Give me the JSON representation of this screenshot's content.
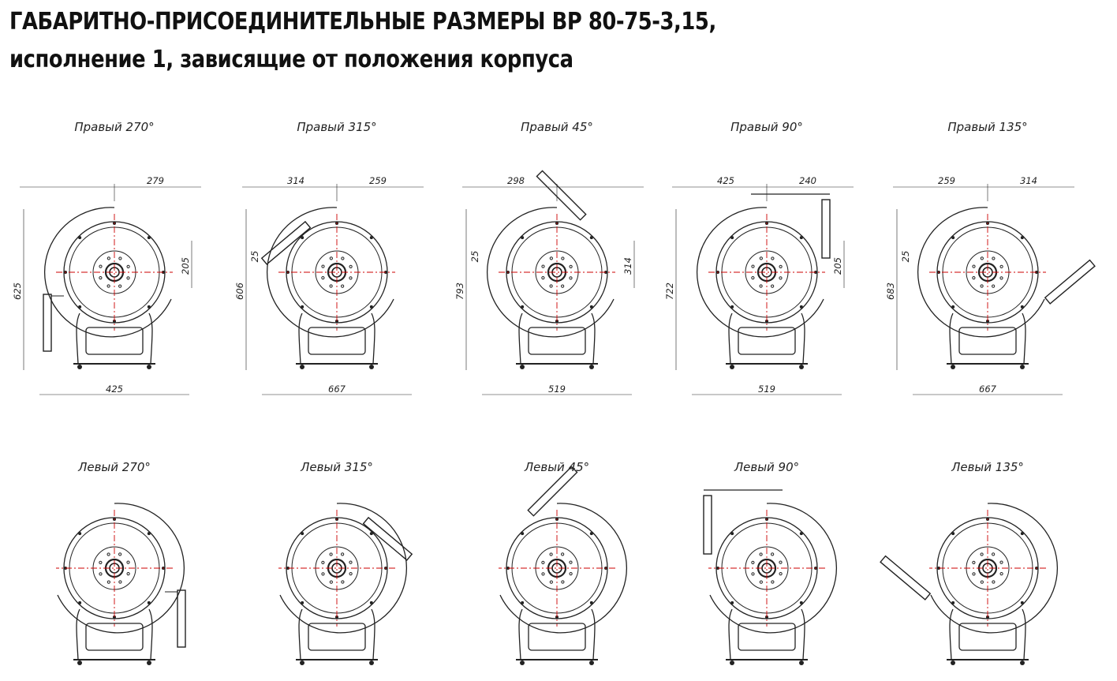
{
  "title": {
    "line1": "ГАБАРИТНО-ПРИСОЕДИНИТЕЛЬНЫЕ РАЗМЕРЫ ВР 80-75-3,15,",
    "line2": "исполнение 1, зависящие от положения корпуса"
  },
  "views": [
    {
      "label": "Правый 270°",
      "outlet": "side",
      "mirror": false,
      "dims": {
        "top_right": "279",
        "height": "625",
        "outlet": "205",
        "width": "425"
      }
    },
    {
      "label": "Правый 315°",
      "outlet": "diag-down",
      "mirror": false,
      "dims": {
        "top_left": "314",
        "top_right": "259",
        "height": "606",
        "offset": "25",
        "width": "667"
      }
    },
    {
      "label": "Правый 45°",
      "outlet": "diag-up",
      "mirror": false,
      "dims": {
        "top_left": "298",
        "offset": "25",
        "height": "793",
        "outlet": "314",
        "width": "519"
      }
    },
    {
      "label": "Правый 90°",
      "outlet": "top",
      "mirror": false,
      "dims": {
        "top_left": "425",
        "top_right": "240",
        "height": "722",
        "outlet": "205",
        "width": "519"
      }
    },
    {
      "label": "Правый 135°",
      "outlet": "diag-right",
      "mirror": false,
      "dims": {
        "top_left": "259",
        "top_right": "314",
        "height": "683",
        "offset": "25",
        "width": "667"
      }
    },
    {
      "label": "Левый 270°",
      "outlet": "side",
      "mirror": true,
      "dims": {}
    },
    {
      "label": "Левый 315°",
      "outlet": "diag-down",
      "mirror": true,
      "dims": {}
    },
    {
      "label": "Левый 45°",
      "outlet": "diag-up",
      "mirror": true,
      "dims": {}
    },
    {
      "label": "Левый 90°",
      "outlet": "top",
      "mirror": true,
      "dims": {}
    },
    {
      "label": "Левый 135°",
      "outlet": "diag-right",
      "mirror": true,
      "dims": {}
    }
  ],
  "colors": {
    "line": "#222222",
    "center": "#cc0000"
  }
}
